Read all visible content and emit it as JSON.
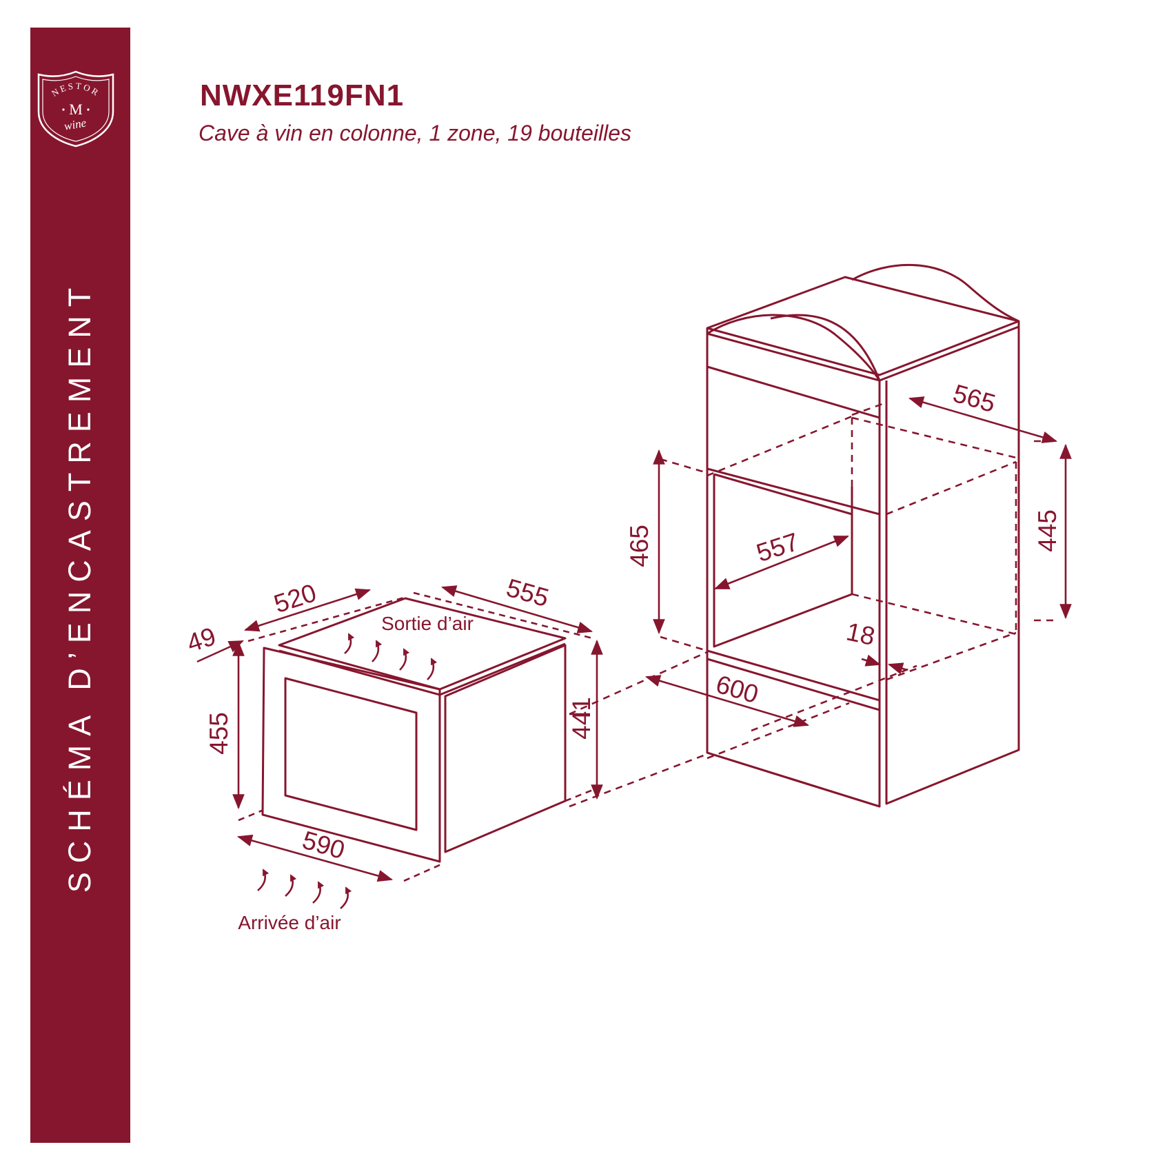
{
  "colors": {
    "accent": "#86162e",
    "background": "#ffffff",
    "line": "#86162e"
  },
  "brand": {
    "top": "NESTOR",
    "initial": "M",
    "bottom": "wine"
  },
  "sidebar": {
    "title": "SCHÉMA D’ENCASTREMENT"
  },
  "header": {
    "model": "NWXE119FN1",
    "subtitle": "Cave à vin en colonne, 1 zone, 19 bouteilles"
  },
  "appliance": {
    "dims": {
      "width_top": "520",
      "depth": "555",
      "door": "49",
      "height_front": "455",
      "height_side": "441",
      "width_front": "590"
    },
    "labels": {
      "air_out": "Sortie d’air",
      "air_in": "Arrivée d’air"
    }
  },
  "cabinet": {
    "dims": {
      "depth": "565",
      "height_left": "465",
      "height_right": "445",
      "inner_width": "557",
      "gap": "18",
      "width": "600"
    }
  }
}
